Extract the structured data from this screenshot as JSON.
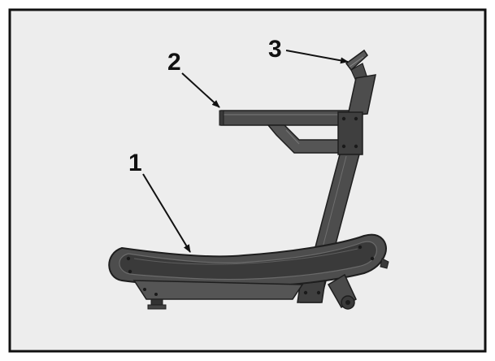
{
  "diagram": {
    "callouts": [
      {
        "number": "1",
        "part": "curved-running-deck"
      },
      {
        "number": "2",
        "part": "handrail-bar"
      },
      {
        "number": "3",
        "part": "console-display"
      }
    ],
    "colors": {
      "panel": "#ededed",
      "border": "#111111",
      "metal": "#4d4d4d",
      "metal_light": "#6a6a6a",
      "metal_dark": "#2e2e2e",
      "bolt": "#1a1a1a"
    }
  }
}
